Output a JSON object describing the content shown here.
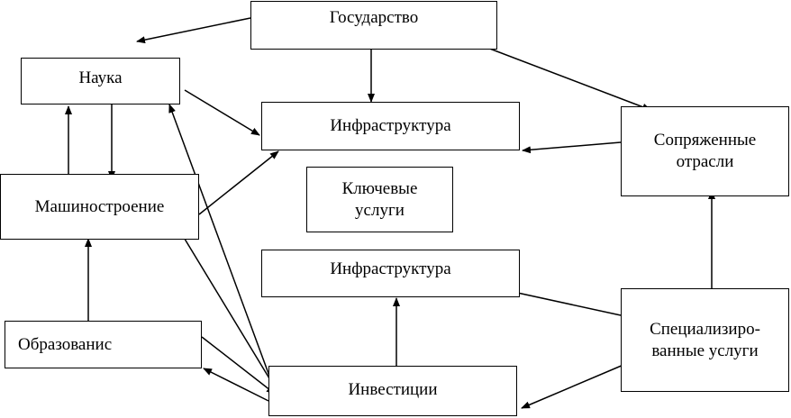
{
  "diagram": {
    "nodes": {
      "gov": "Государство",
      "sci": "Наука",
      "infra1": "Инфраструктура",
      "assoc": "Сопряженные\nотрасли",
      "key": "Ключевые\nуслуги",
      "mach": "Машиностроение",
      "infra2": "Инфраструктура",
      "spec": "Специализиро-\nванные услуги",
      "edu": "Образованис",
      "inv": "Инвестиции"
    }
  }
}
